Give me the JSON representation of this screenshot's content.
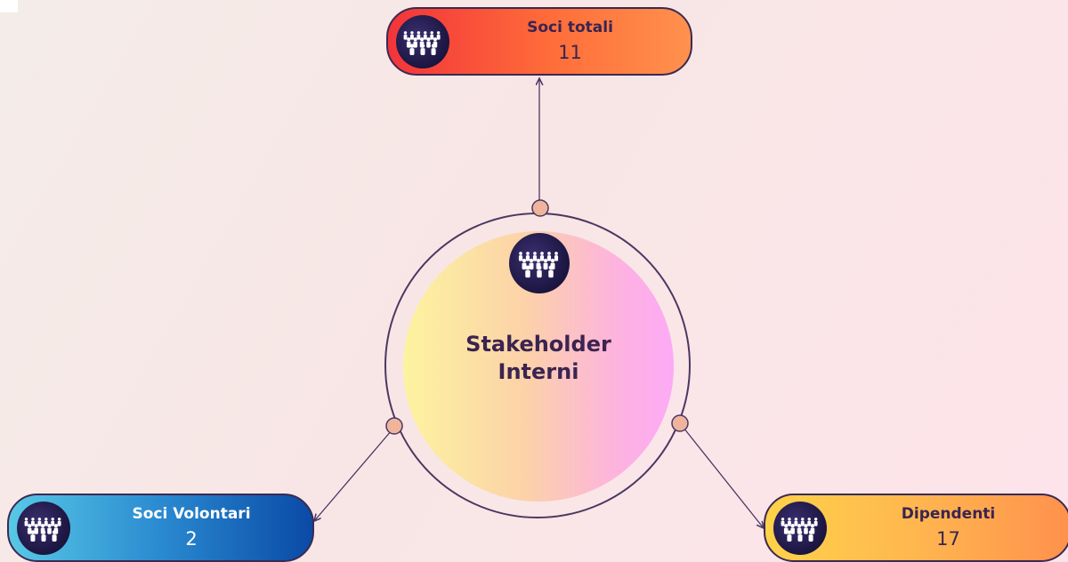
{
  "diagram": {
    "center": {
      "title_line1": "Stakeholder",
      "title_line2": "Interni",
      "icon": "people-group-icon"
    },
    "nodes": [
      {
        "label": "Soci totali",
        "value": "11",
        "icon": "people-group-icon",
        "color_from": "#f2343a",
        "color_to": "#ff914d"
      },
      {
        "label": "Soci Volontari",
        "value": "2",
        "icon": "people-group-icon",
        "color_from": "#58c8e6",
        "color_to": "#0a4aa6"
      },
      {
        "label": "Dipendenti",
        "value": "17",
        "icon": "people-group-icon",
        "color_from": "#ffd24a",
        "color_to": "#ff914d"
      }
    ],
    "colors": {
      "outline": "#3b2450",
      "connector_dot": "#f0b49c"
    }
  }
}
